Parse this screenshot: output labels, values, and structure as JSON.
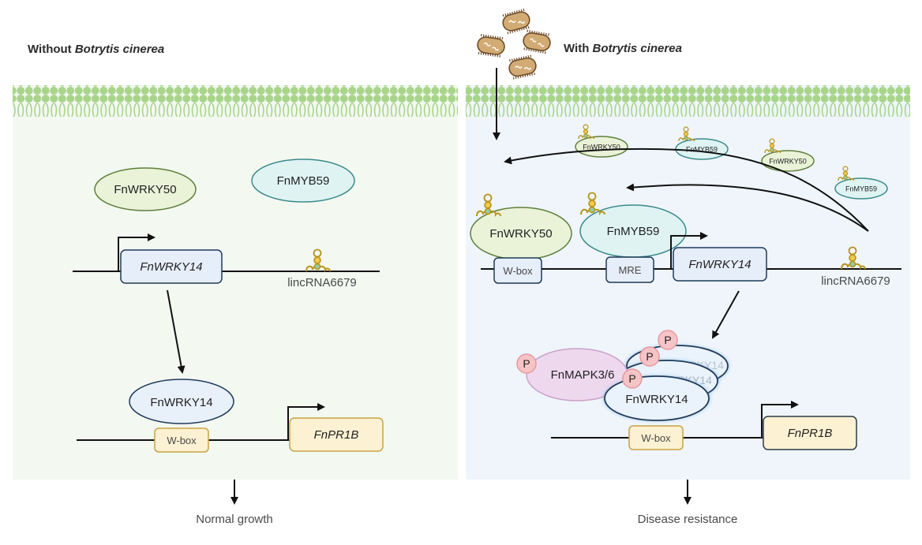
{
  "colors": {
    "left_panel_bg": "#f3f8f1",
    "right_panel_bg": "#eff5fb",
    "membrane": "#a8d58a",
    "wrky50_fill": "#eaf2d8",
    "wrky50_stroke": "#5f7f3c",
    "myb59_fill": "#dff3f3",
    "myb59_stroke": "#3d8a8a",
    "wrky14_fill": "#e8f0fa",
    "wrky14_stroke": "#1f3a5a",
    "gene_box_fill": "#e6eef9",
    "gene_box_stroke": "#1f3a5a",
    "pr1b_fill": "#fcf1d2",
    "pr1b_stroke_left": "#c9a345",
    "mapk_fill": "#eed8ee",
    "mapk_stroke": "#c9a2c9",
    "phospho_fill": "#f6c4c6",
    "phospho_stroke": "#e59aa0",
    "pathogen_fill": "#d2ab74",
    "pathogen_stroke": "#6e4c2a",
    "rna": "#b8931a"
  },
  "left_panel": {
    "title_prefix": "Without ",
    "title_italic": "Botrytis cinerea",
    "protein_wrky50": "FnWRKY50",
    "protein_myb59": "FnMYB59",
    "gene_wrky14": "FnWRKY14",
    "lincrna": "lincRNA6679",
    "protein_wrky14": "FnWRKY14",
    "wbox": "W-box",
    "gene_pr1b": "FnPR1B",
    "outcome": "Normal  growth"
  },
  "right_panel": {
    "title_prefix": "With ",
    "title_italic": "Botrytis cinerea",
    "free_complexes": [
      "FnWRKY50",
      "FnMYB59",
      "FnWRKY50",
      "FnMYB59"
    ],
    "bound_wrky50": "FnWRKY50",
    "bound_myb59": "FnMYB59",
    "wbox_upstream": "W-box",
    "mre": "MRE",
    "gene_wrky14": "FnWRKY14",
    "lincrna": "lincRNA6679",
    "mapk": "FnMAPK3/6",
    "phospho": "P",
    "wrky14_stack": [
      "FnWRKY14",
      "FnWRKY14",
      "FnWRKY14"
    ],
    "wbox": "W-box",
    "gene_pr1b": "FnPR1B",
    "outcome": "Disease resistance"
  }
}
